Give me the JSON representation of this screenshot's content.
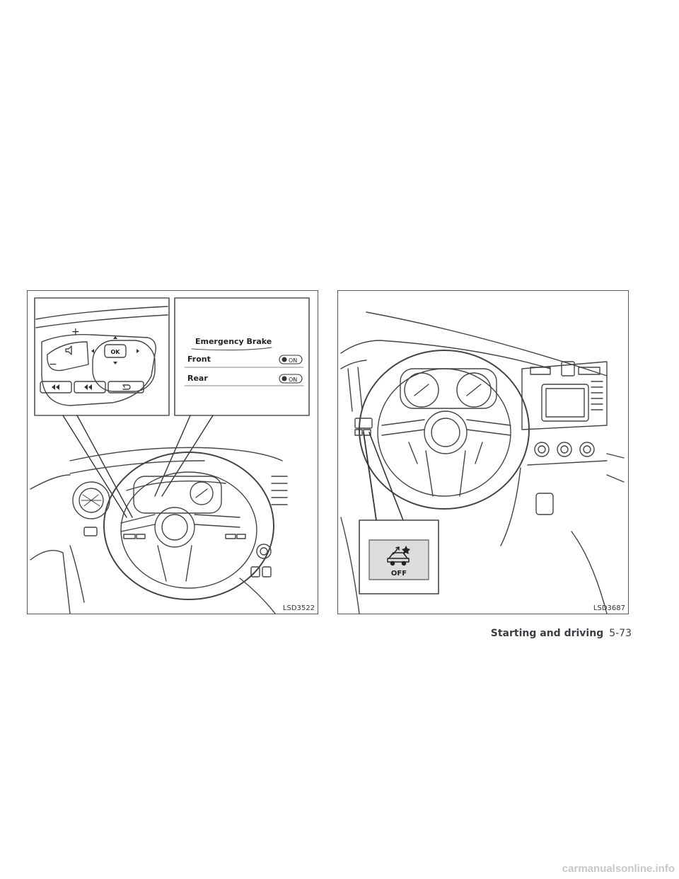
{
  "figures": [
    {
      "code": "LSD3522",
      "display": {
        "title": "Emergency Brake",
        "rows": [
          {
            "label": "Front",
            "state": "ON"
          },
          {
            "label": "Rear",
            "state": "ON"
          }
        ]
      },
      "steering_buttons": {
        "plus": "+",
        "minus": "−",
        "ok": "OK"
      }
    },
    {
      "code": "LSD3687",
      "switch_label": "OFF"
    }
  ],
  "footer": {
    "section": "Starting and driving",
    "page": "5-73"
  },
  "watermark": "carmanualsonline.info"
}
